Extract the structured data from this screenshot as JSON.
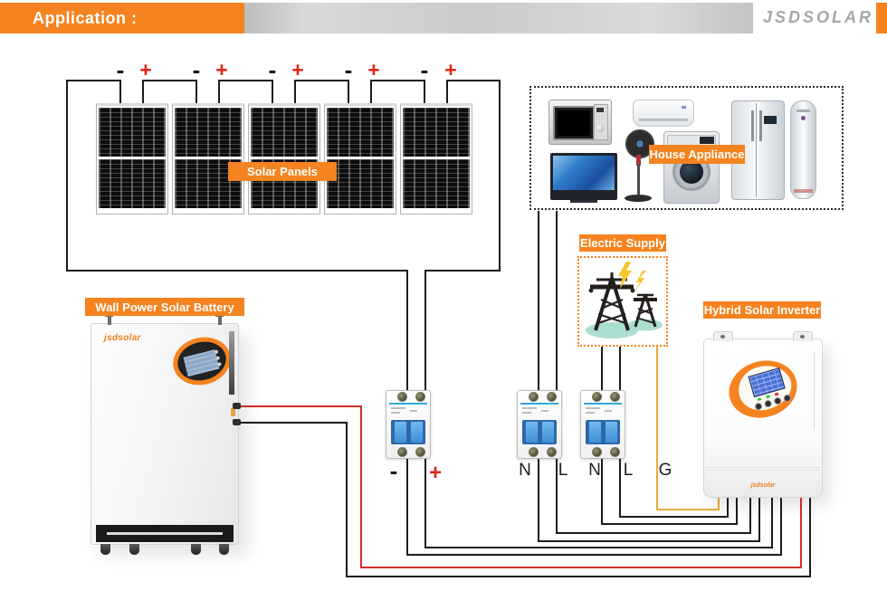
{
  "header": {
    "title": "Application :",
    "brand": "JSDSOLAR"
  },
  "solar_array": {
    "label": "Solar Panels",
    "minus": "-",
    "plus": "+",
    "panel_count": 5
  },
  "battery": {
    "label": "Wall Power Solar Battery",
    "brand": "jsdsolar"
  },
  "house_appliance": {
    "label": "House Appliance"
  },
  "electric_supply": {
    "label": "Electric Supply"
  },
  "inverter": {
    "label": "Hybrid Solar Inverter",
    "brand": "jsdsolar"
  },
  "dc_breaker": {
    "neg": "-",
    "pos": "+"
  },
  "ac_breaker_load": {
    "n": "N",
    "l": "L"
  },
  "ac_breaker_grid": {
    "n": "N",
    "l": "L"
  },
  "ground": {
    "label": "G"
  },
  "colors": {
    "accent_orange": "#F5831F",
    "wire_black": "#1C1C1C",
    "wire_red": "#D03028",
    "wire_ground_yellow": "#EBA93C",
    "breaker_toggle_blue": "#4C9FE0",
    "lcd_blue": "#4A71D8",
    "tower_shadow_teal": "#ABDFD2",
    "lightning_yellow": "#F6C62D"
  }
}
